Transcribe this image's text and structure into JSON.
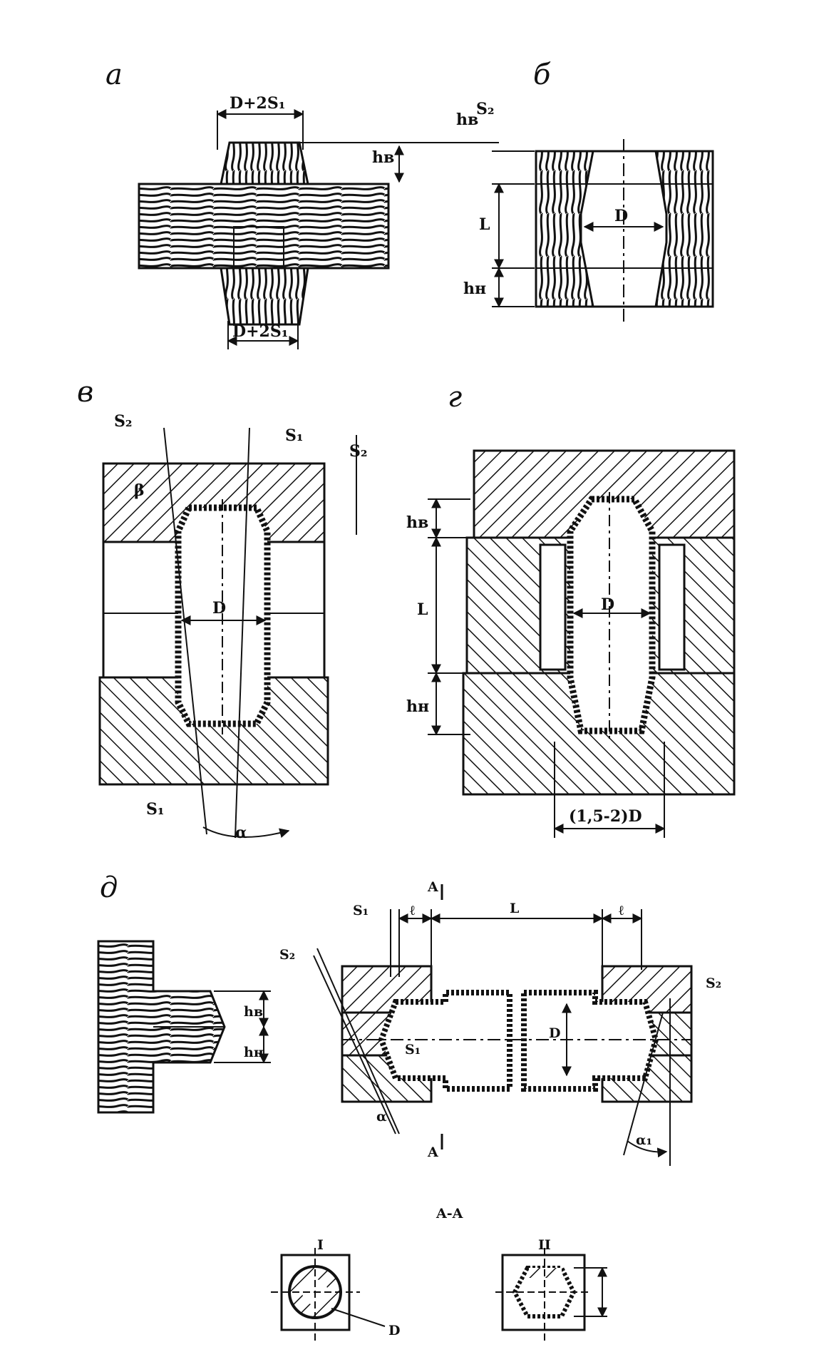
{
  "panels": {
    "a": {
      "label": "а",
      "dim_top": "D+2S₁",
      "dim_bottom": "D+2S₁",
      "dim_h": "hв",
      "dim_s": "S₂"
    },
    "b": {
      "label": "б",
      "dim_h_top": "hв",
      "dim_L": "L",
      "dim_h_bot": "hн",
      "dim_D": "D"
    },
    "v": {
      "label": "в",
      "dim_s2": "S₂",
      "dim_s1": "S₁",
      "dim_s2_side": "S₂",
      "dim_beta": "β",
      "dim_D": "D",
      "dim_s1_bot": "S₁",
      "dim_alpha": "α"
    },
    "g": {
      "label": "г",
      "dim_h_top": "hв",
      "dim_L": "L",
      "dim_h_bot": "hн",
      "dim_D": "D",
      "dim_width": "(1,5-2)D"
    },
    "d": {
      "label": "д",
      "dim_h_top": "hв",
      "dim_h_bot": "hн",
      "dim_s1": "S₁",
      "dim_l_left": "ℓ",
      "dim_L": "L",
      "dim_l_right": "ℓ",
      "dim_s2_left": "S₂",
      "dim_s2_right": "S₂",
      "dim_s1_inside": "S₁",
      "dim_D": "D",
      "dim_alpha": "α",
      "dim_alpha1": "α₁",
      "section_mark_top": "A",
      "section_mark_bot": "A"
    },
    "section": {
      "title": "A-A",
      "mark_I": "I",
      "mark_II": "II",
      "dim_D": "D"
    }
  }
}
